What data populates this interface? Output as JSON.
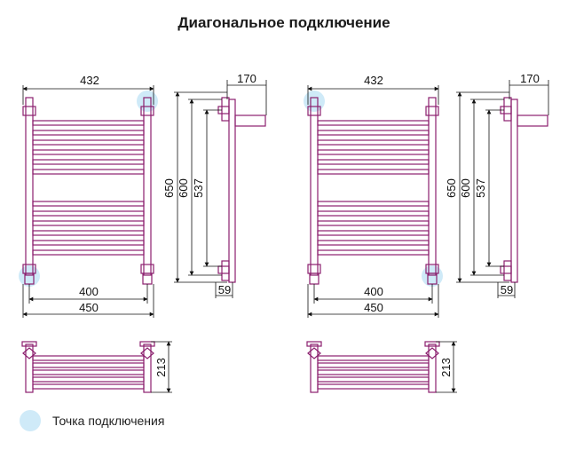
{
  "title": "Диагональное подключение",
  "legend": {
    "label": "Точка подключения"
  },
  "colors": {
    "pipe": "#8b1f6e",
    "dimension": "#111111",
    "highlight": "#cfeaf8"
  },
  "diagrams": [
    {
      "front_dims": {
        "width_top": "432",
        "inner_width": "400",
        "outer_width": "450"
      },
      "side_dims": {
        "total_height": "650",
        "mid_height": "600",
        "inner_height": "537",
        "depth": "170",
        "offset": "59"
      },
      "top_dims": {
        "depth": "213"
      },
      "connection_points": [
        "top-right",
        "bottom-left"
      ]
    },
    {
      "front_dims": {
        "width_top": "432",
        "inner_width": "400",
        "outer_width": "450"
      },
      "side_dims": {
        "total_height": "650",
        "mid_height": "600",
        "inner_height": "537",
        "depth": "170",
        "offset": "59"
      },
      "top_dims": {
        "depth": "213"
      },
      "connection_points": [
        "top-left",
        "bottom-right"
      ]
    }
  ]
}
